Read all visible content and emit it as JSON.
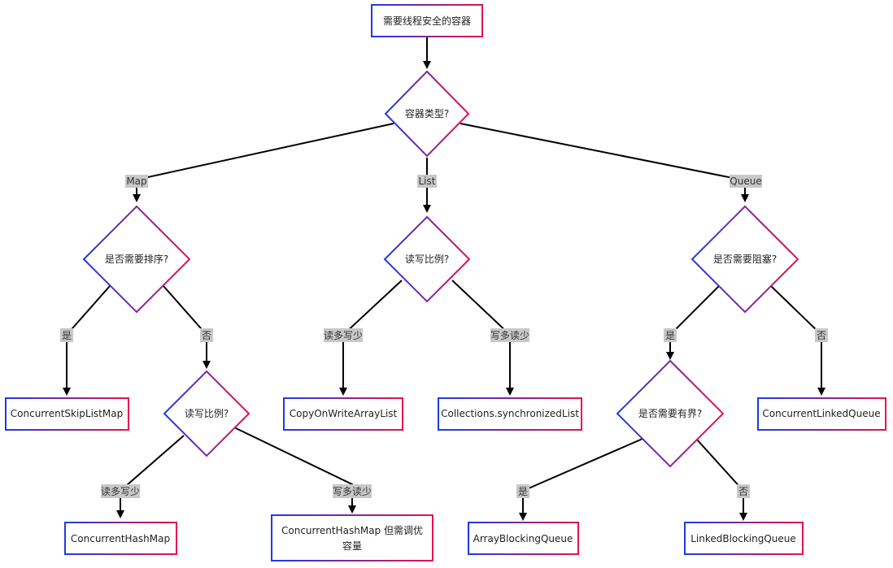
{
  "diagram": {
    "colors": {
      "edge": "#000000",
      "gradient_start": "#1e3ae6",
      "gradient_end": "#e6124e",
      "label_bg": "#c8c8c8"
    },
    "nodes": {
      "root": "需要线程安全的容器",
      "type": "容器类型?",
      "map_sort": "是否需要排序?",
      "map_ratio": "读写比例?",
      "list_ratio": "读写比例?",
      "queue_block": "是否需要阻塞?",
      "queue_bound": "是否需要有界?",
      "skiplist": "ConcurrentSkipListMap",
      "hashmap": "ConcurrentHashMap",
      "hashmap_tuned_line1": "ConcurrentHashMap 但需调优",
      "hashmap_tuned_line2": "容量",
      "cow": "CopyOnWriteArrayList",
      "synclist": "Collections.synchronizedList",
      "linkedqueue": "ConcurrentLinkedQueue",
      "arrayqueue": "ArrayBlockingQueue",
      "linkedblocking": "LinkedBlockingQueue"
    },
    "edges": {
      "map": "Map",
      "list": "List",
      "queue": "Queue",
      "sort_yes": "是",
      "sort_no": "否",
      "map_read": "读多写少",
      "map_write": "写多读少",
      "list_read": "读多写少",
      "list_write": "写多读少",
      "block_yes": "是",
      "block_no": "否",
      "bound_yes": "是",
      "bound_no": "否"
    }
  }
}
